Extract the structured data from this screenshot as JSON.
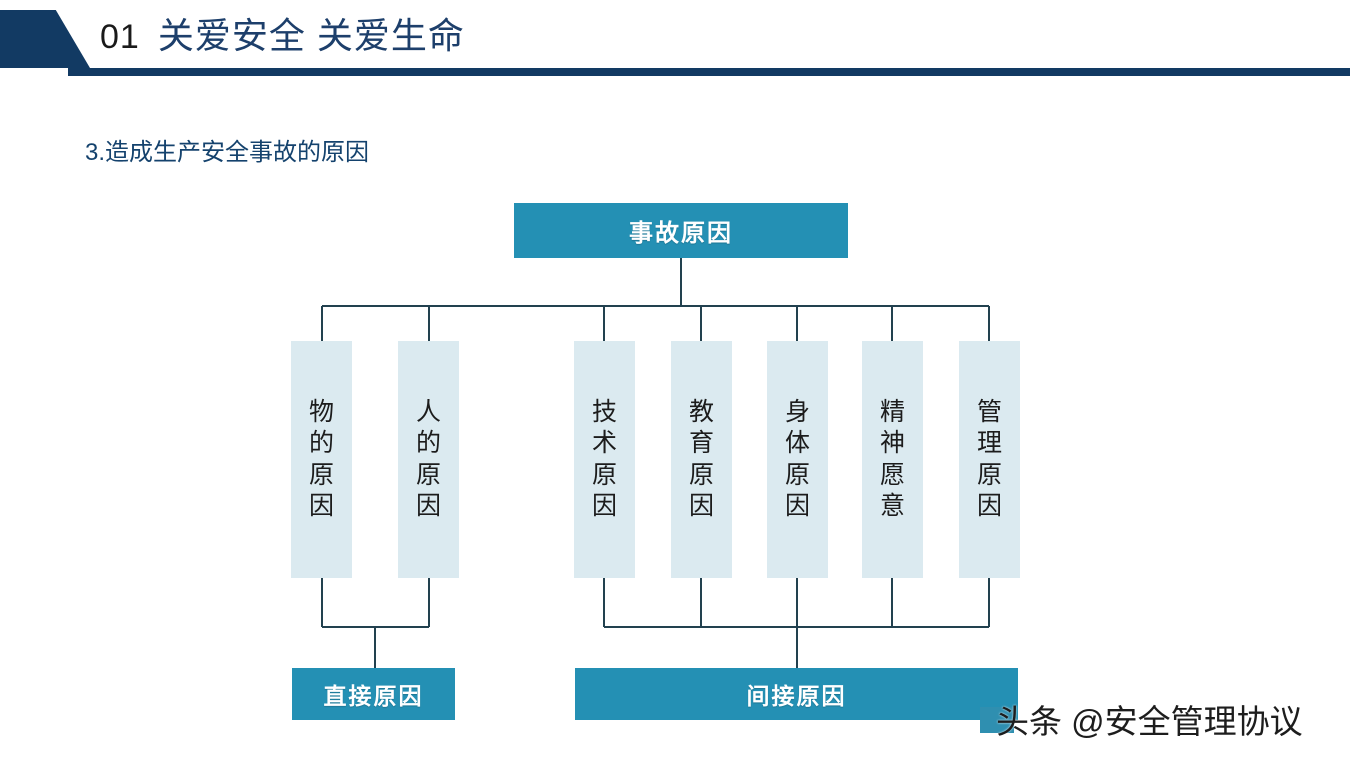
{
  "header": {
    "number": "01",
    "title": "关爱安全 关爱生命",
    "navy": "#123a63",
    "title_color": "#1d3f6b"
  },
  "subtitle": "3.造成生产安全事故的原因",
  "colors": {
    "accent_teal": "#2490b4",
    "leaf_fill": "#dbeaf0",
    "connector": "#22414f",
    "navy": "#123a63"
  },
  "diagram": {
    "root": {
      "label": "事故原因"
    },
    "leaves": [
      {
        "label": "物的原因",
        "group": "direct"
      },
      {
        "label": "人的原因",
        "group": "direct"
      },
      {
        "label": "技术原因",
        "group": "indirect"
      },
      {
        "label": "教育原因",
        "group": "indirect"
      },
      {
        "label": "身体原因",
        "group": "indirect"
      },
      {
        "label": "精神愿意",
        "group": "indirect"
      },
      {
        "label": "管理原因",
        "group": "indirect"
      }
    ],
    "summaries": [
      {
        "label": "直接原因"
      },
      {
        "label": "间接原因"
      }
    ]
  },
  "watermark": {
    "text": "头条 @安全管理协议"
  }
}
